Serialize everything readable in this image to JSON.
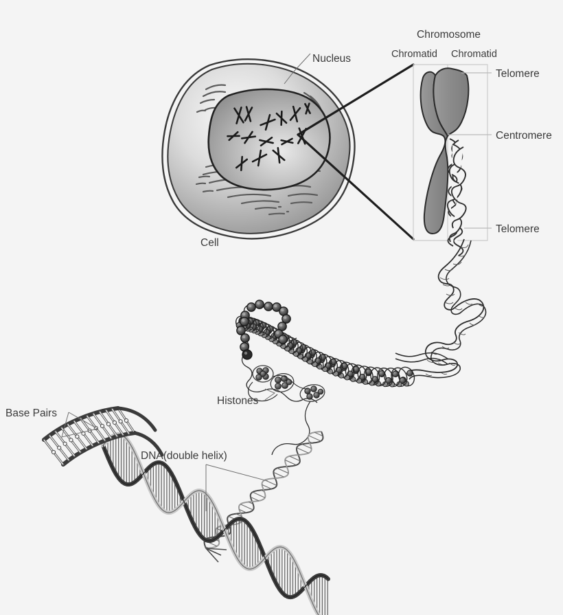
{
  "diagram": {
    "title": "DNA packaging from cell to double helix",
    "background_color": "#f4f4f4",
    "ink_color": "#2c2c2c",
    "label_color": "#3a3a3a",
    "leader_color": "#b9b9b9",
    "chromatid_fill": "#8d8d8d"
  },
  "labels": {
    "chromosome": "Chromosome",
    "chromatid_left": "Chromatid",
    "chromatid_right": "Chromatid",
    "telomere_top": "Telomere",
    "centromere": "Centromere",
    "telomere_bottom": "Telomere",
    "nucleus": "Nucleus",
    "cell": "Cell",
    "histones": "Histones",
    "base_pairs": "Base Pairs",
    "dna_double_helix": "DNA(double helix)"
  },
  "structures": [
    {
      "name": "cell",
      "label": "Cell",
      "description": "irregular blob cell with double membrane, gradient cytoplasm and rod organelles"
    },
    {
      "name": "nucleus",
      "label": "Nucleus",
      "description": "rounded nucleus containing scattered X-shaped chromosomes"
    },
    {
      "name": "chromosome",
      "label": "Chromosome",
      "description": "X-shaped duplicated chromosome, left arm solid, right lower arm uncoiling into chromatin fiber"
    },
    {
      "name": "chromatin-loop",
      "label": "",
      "description": "loosely coiled chromatin loop descending from chromosome"
    },
    {
      "name": "solenoid",
      "label": "",
      "description": "30 nm coiled fiber of stacked nucleosomes"
    },
    {
      "name": "nucleosomes",
      "label": "Histones",
      "description": "beads-on-a-string nucleosome array"
    },
    {
      "name": "dna-helix",
      "label": "DNA(double helix)",
      "description": "DNA double helix unwinding to a base-pair ladder"
    },
    {
      "name": "base-pairs",
      "label": "Base Pairs",
      "description": "rungs of paired bases between the two sugar-phosphate backbones"
    }
  ],
  "chart_data": {
    "type": "diagram",
    "title": "DNA packaging hierarchy",
    "levels": [
      {
        "order": 1,
        "name": "Cell"
      },
      {
        "order": 2,
        "name": "Nucleus"
      },
      {
        "order": 3,
        "name": "Chromosome"
      },
      {
        "order": 4,
        "name": "Chromatid"
      },
      {
        "order": 5,
        "name": "Chromatin fiber"
      },
      {
        "order": 6,
        "name": "Histones"
      },
      {
        "order": 7,
        "name": "DNA(double helix)"
      },
      {
        "order": 8,
        "name": "Base Pairs"
      }
    ],
    "annotations": [
      "Telomere",
      "Centromere",
      "Telomere"
    ]
  }
}
